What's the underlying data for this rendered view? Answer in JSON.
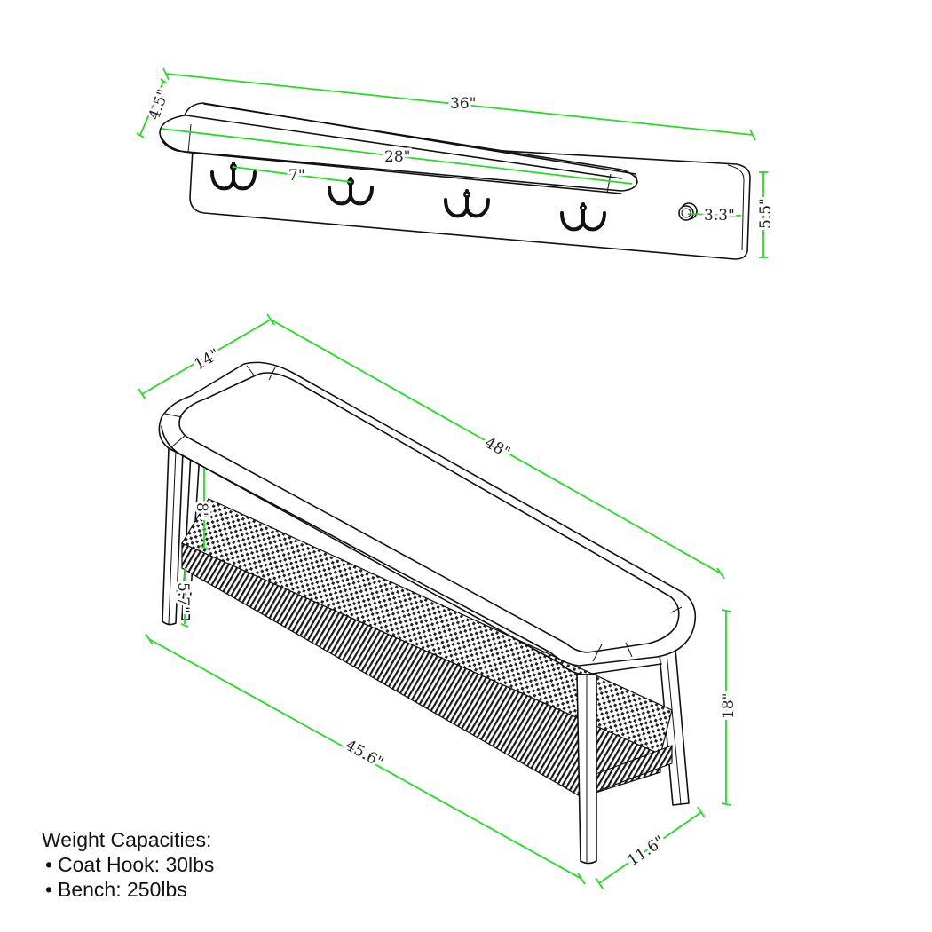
{
  "diagram": {
    "coat_rack": {
      "name": "Coat rack with shelf",
      "hook_count": 4,
      "knob_count": 1,
      "dimensions": {
        "overall_width": "36\"",
        "shelf_depth": "4.5\"",
        "shelf_width": "28\"",
        "hook_spacing": "7\"",
        "knob_offset": "3.3\"",
        "panel_height": "5.5\""
      }
    },
    "bench": {
      "name": "Bench with woven lower shelf",
      "dimensions": {
        "depth": "14\"",
        "length": "48\"",
        "shelf_clearance": "8\"",
        "shelf_to_floor": "5.7\"",
        "height": "18\"",
        "shelf_length": "45.6\"",
        "shelf_depth": "11.6\""
      }
    },
    "dimension_line_color": "#22dd22",
    "line_color": "#111111"
  },
  "weight_capacities": {
    "title": "Weight Capacities:",
    "bullet": "•",
    "items": [
      {
        "label": "Coat Hook: 30lbs"
      },
      {
        "label": "Bench: 250lbs"
      }
    ]
  }
}
